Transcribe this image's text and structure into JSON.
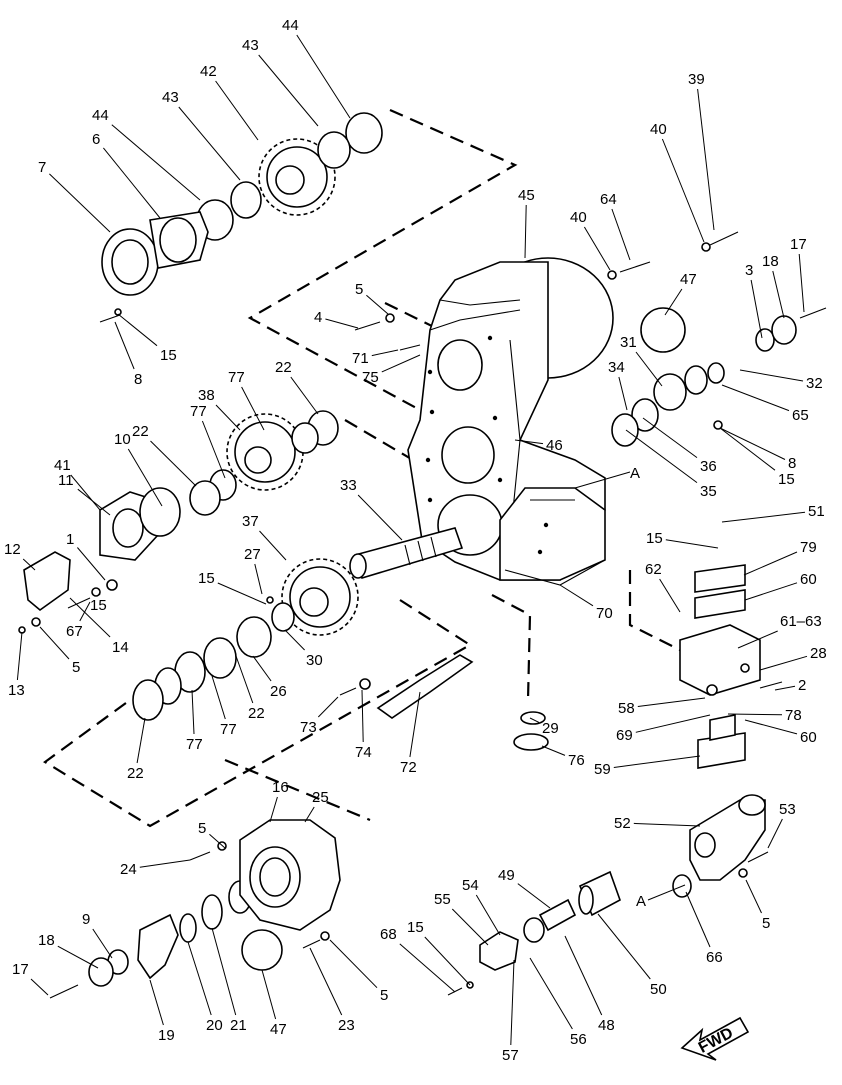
{
  "figure": {
    "callouts": [
      "1",
      "2",
      "3",
      "4",
      "5",
      "5",
      "5",
      "5",
      "5",
      "6",
      "7",
      "8",
      "8",
      "9",
      "10",
      "11",
      "12",
      "13",
      "14",
      "15",
      "15",
      "15",
      "15",
      "15",
      "15",
      "16",
      "17",
      "17",
      "18",
      "18",
      "19",
      "20",
      "21",
      "22",
      "22",
      "22",
      "22",
      "23",
      "24",
      "25",
      "26",
      "27",
      "28",
      "29",
      "30",
      "31",
      "32",
      "33",
      "34",
      "35",
      "36",
      "37",
      "38",
      "39",
      "40",
      "40",
      "41",
      "42",
      "43",
      "43",
      "44",
      "44",
      "45",
      "46",
      "47",
      "47",
      "48",
      "49",
      "50",
      "51",
      "52",
      "53",
      "54",
      "55",
      "56",
      "57",
      "58",
      "59",
      "60",
      "60",
      "61–63",
      "62",
      "64",
      "65",
      "66",
      "67",
      "68",
      "69",
      "70",
      "71",
      "72",
      "73",
      "74",
      "75",
      "76",
      "77",
      "77",
      "77",
      "77",
      "78",
      "79"
    ],
    "section_markers": [
      "A",
      "A"
    ],
    "direction_arrow": "FWD"
  }
}
